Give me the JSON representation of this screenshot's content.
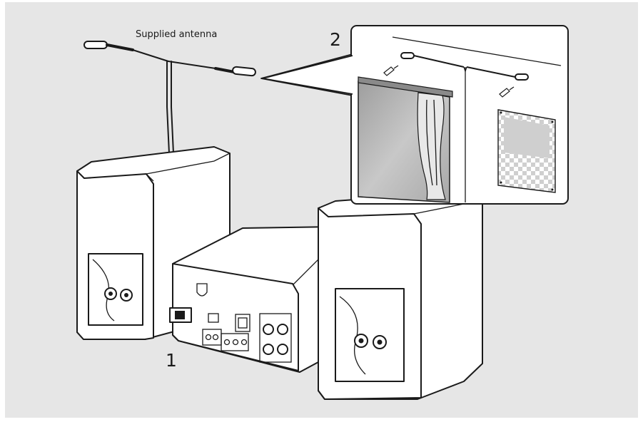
{
  "figure": {
    "antenna_label": "Supplied antenna",
    "step_1": "1",
    "step_2": "2"
  },
  "colors": {
    "background": "#e6e6e6",
    "line": "#1a1a1a",
    "panel": "#ffffff",
    "window_glass": "#b5b5b5",
    "poster": "#cfcfcf"
  }
}
